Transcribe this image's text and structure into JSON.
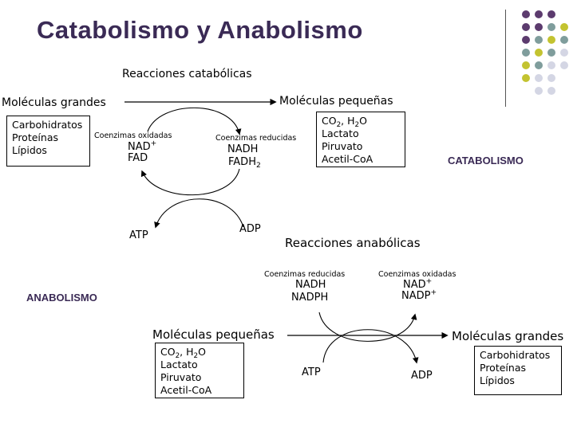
{
  "title": "Catabolismo y Anabolismo",
  "colors": {
    "title": "#3a2a55",
    "dot_purple": "#5c3b6e",
    "dot_teal": "#7f9d9c",
    "dot_olive": "#c3c330",
    "dot_light": "#d4d6e4"
  },
  "catabolism": {
    "label": "CATABOLISMO",
    "reactions_title": "Reacciones catabólicas",
    "source": "Moléculas grandes",
    "target": "Moléculas pequeñas",
    "source_box": [
      "Carbohidratos",
      "Proteínas",
      "Lípidos"
    ],
    "target_box": {
      "co2": "CO",
      "co2_sub": "2",
      "sep": ", H",
      "h2o_sub": "2",
      "o": "O",
      "items": [
        "Lactato",
        "Piruvato",
        "Acetil-CoA"
      ]
    },
    "oxidized_label": "Coenzimas oxidadas",
    "oxidized_nad": "NAD",
    "oxidized_nad_sup": "+",
    "oxidized_fad": "FAD",
    "reduced_label": "Coenzimas reducidas",
    "reduced_nadh": "NADH",
    "reduced_fadh": "FADH",
    "reduced_fadh_sub": "2",
    "atp": "ATP",
    "adp": "ADP"
  },
  "anabolism": {
    "label": "ANABOLISMO",
    "reactions_title": "Reacciones anabólicas",
    "source": "Moléculas pequeñas",
    "target": "Moléculas grandes",
    "source_box": {
      "co2": "CO",
      "co2_sub": "2",
      "sep": ", H",
      "h2o_sub": "2",
      "o": "O",
      "items": [
        "Lactato",
        "Piruvato",
        "Acetil-CoA"
      ]
    },
    "target_box": [
      "Carbohidratos",
      "Proteínas",
      "Lípidos"
    ],
    "reduced_label": "Coenzimas reducidas",
    "reduced_nadh": "NADH",
    "reduced_nadph": "NADPH",
    "oxidized_label": "Coenzimas oxidadas",
    "oxidized_nad": "NAD",
    "oxidized_nad_sup": "+",
    "oxidized_nadp": "NADP",
    "oxidized_nadp_sup": "+",
    "atp": "ATP",
    "adp": "ADP"
  }
}
